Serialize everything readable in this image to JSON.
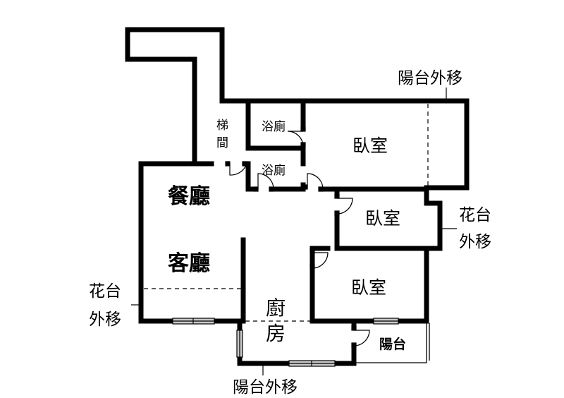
{
  "rooms": {
    "dining": "餐廳",
    "living": "客廳",
    "kitchen_1": "廚",
    "kitchen_2": "房",
    "bedroom_top": "臥室",
    "bedroom_mid": "臥室",
    "bedroom_low": "臥室",
    "bath_upper": "浴廁",
    "bath_lower": "浴廁",
    "stair_1": "梯",
    "stair_2": "間",
    "balcony": "陽台"
  },
  "notes": {
    "balcony_shift_top": "陽台外移",
    "flower_shift_right_1": "花台",
    "flower_shift_right_2": "外移",
    "flower_shift_left_1": "花台",
    "flower_shift_left_2": "外移",
    "balcony_shift_bottom": "陽台外移"
  }
}
